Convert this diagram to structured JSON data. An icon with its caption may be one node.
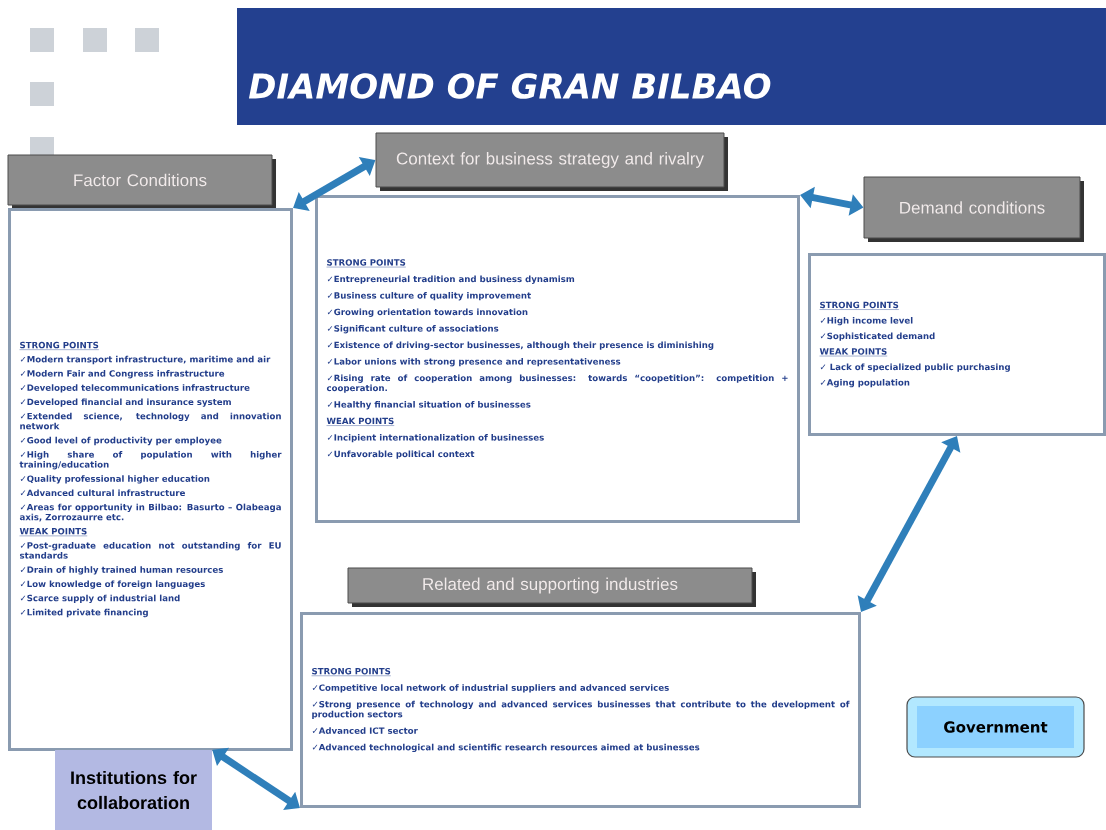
{
  "diagram": {
    "title": "DIAMOND OF GRAN BILBAO",
    "nodes": [
      {
        "text": [
          "Factor Conditions"
        ]
      },
      {
        "text": [
          "STRONG POINTS",
          "✓Modern transport infrastructure, maritime and air",
          "✓Modern Fair and Congress infrastructure",
          "✓Developed telecommunications infrastructure",
          "✓Developed financial and insurance system",
          "✓Extended science, technology and innovation network",
          "✓Good level of productivity per employee",
          "✓High share of population with higher training/education",
          "✓Quality professional higher education",
          "✓Advanced cultural infrastructure",
          "✓Areas for opportunity in Bilbao: Basurto – Olabeaga axis, Zorrozaurre etc.",
          "WEAK POINTS",
          "✓Post-graduate education not outstanding for EU standards",
          "✓Drain of highly trained human resources",
          "✓Low knowledge of foreign languages",
          "✓Scarce supply of industrial land",
          "✓Limited private financing"
        ]
      },
      {
        "text": [
          "Context for business strategy and rivalry"
        ]
      },
      {
        "text": [
          "STRONG POINTS",
          "✓Entrepreneurial tradition and business dynamism",
          "✓Business culture of quality improvement",
          "✓Growing orientation towards innovation",
          "✓Significant culture of associations",
          "✓Existence of driving-sector businesses, although their presence is diminishing",
          "✓Labor unions with strong presence and representativeness",
          "✓Rising rate of cooperation among businesses: towards “coopetition”: competition + cooperation.",
          "✓Healthy financial situation of businesses",
          "WEAK POINTS",
          "✓Incipient internationalization of businesses",
          "✓Unfavorable political context"
        ]
      },
      {
        "text": [
          "Demand conditions"
        ]
      },
      {
        "text": [
          "STRONG POINTS",
          "✓High income level",
          "✓Sophisticated demand",
          "WEAK POINTS",
          "✓ Lack of specialized public purchasing",
          "✓Aging population"
        ]
      },
      {
        "text": [
          "Related and supporting industries"
        ]
      },
      {
        "text": [
          "STRONG POINTS",
          "✓Competitive local network of industrial suppliers and advanced services",
          "✓Strong presence of technology and advanced services businesses that contribute to the development of production sectors",
          "✓Advanced ICT sector",
          "✓Advanced technological and scientific research resources aimed at businesses"
        ]
      },
      {
        "text": [
          "Institutions for collaboration"
        ]
      },
      {
        "text": [
          "Government"
        ]
      }
    ],
    "edges": [
      {
        "from": 1,
        "to": 2,
        "arrow": "both"
      },
      {
        "from": 3,
        "to": 4,
        "arrow": "both"
      },
      {
        "from": 5,
        "to": 7,
        "arrow": "both"
      },
      {
        "from": 8,
        "to": 7,
        "arrow": "both"
      }
    ]
  }
}
